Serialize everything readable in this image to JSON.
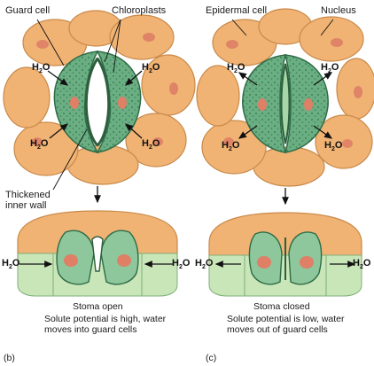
{
  "labels": {
    "guard_cell": "Guard cell",
    "chloroplasts": "Chloroplasts",
    "epidermal_cell": "Epidermal cell",
    "nucleus": "Nucleus",
    "thickened_line1": "Thickened",
    "thickened_line2": "inner wall",
    "water_main": "H",
    "water_sub": "2",
    "water_end": "O"
  },
  "panels": {
    "b": {
      "letter": "(b)",
      "title": "Stoma open",
      "caption": "Solute potential is high, water moves into guard cells"
    },
    "c": {
      "letter": "(c)",
      "title": "Stoma closed",
      "caption": "Solute potential is low, water moves out of guard cells"
    }
  },
  "colors": {
    "epidermal": "#f0b374",
    "epidermal_outline": "#c98a4a",
    "guard": "#5fa57b",
    "guard_light": "#a7d6a8",
    "chloroplast": "#3f8a5d",
    "nucleus": "#de7f66",
    "background": "#ffffff"
  }
}
